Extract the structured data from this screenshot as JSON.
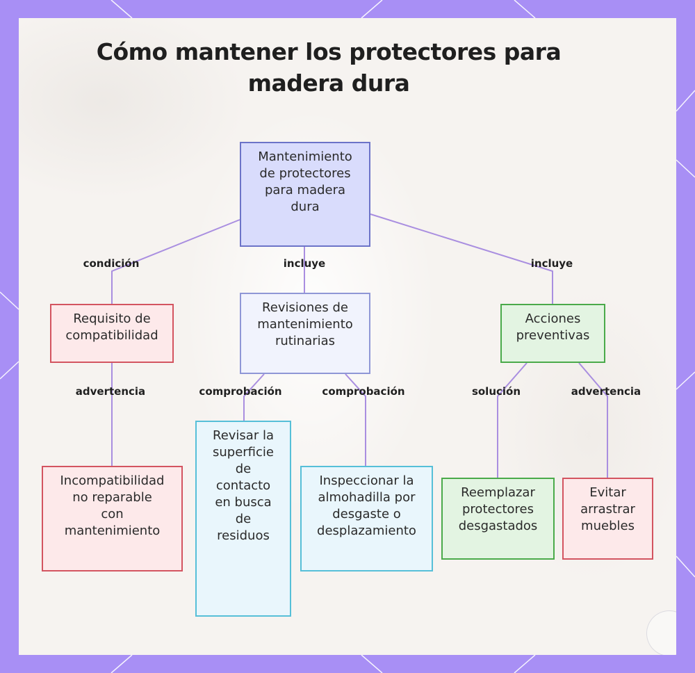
{
  "title_line1": "Cómo mantener los protectores para",
  "title_line2": "madera dura",
  "nodes": {
    "root": [
      "Mantenimiento",
      "de protectores",
      "para madera",
      "dura"
    ],
    "requisito": [
      "Requisito de",
      "compatibilidad"
    ],
    "revisiones": [
      "Revisiones de",
      "mantenimiento",
      "rutinarias"
    ],
    "acciones": [
      "Acciones",
      "preventivas"
    ],
    "incompatibilidad": [
      "Incompatibilidad",
      "no reparable",
      "con",
      "mantenimiento"
    ],
    "revisar": [
      "Revisar la",
      "superficie",
      "de",
      "contacto",
      "en busca",
      "de",
      "residuos"
    ],
    "inspeccionar": [
      "Inspeccionar la",
      "almohadilla por",
      "desgaste o",
      "desplazamiento"
    ],
    "reemplazar": [
      "Reemplazar",
      "protectores",
      "desgastados"
    ],
    "evitar": [
      "Evitar",
      "arrastrar",
      "muebles"
    ]
  },
  "edge_labels": {
    "condicion": "condición",
    "incluye_center": "incluye",
    "incluye_right": "incluye",
    "advertencia_left": "advertencia",
    "comprobacion_left": "comprobación",
    "comprobacion_right": "comprobación",
    "solucion": "solución",
    "advertencia_right": "advertencia"
  },
  "colors": {
    "frame": "#a88ff5",
    "edge": "#a98ee0",
    "root_fill": "#d9dcfc",
    "red_border": "#d35460",
    "green_border": "#4aaa4a",
    "cyan_border": "#56bfd8"
  }
}
